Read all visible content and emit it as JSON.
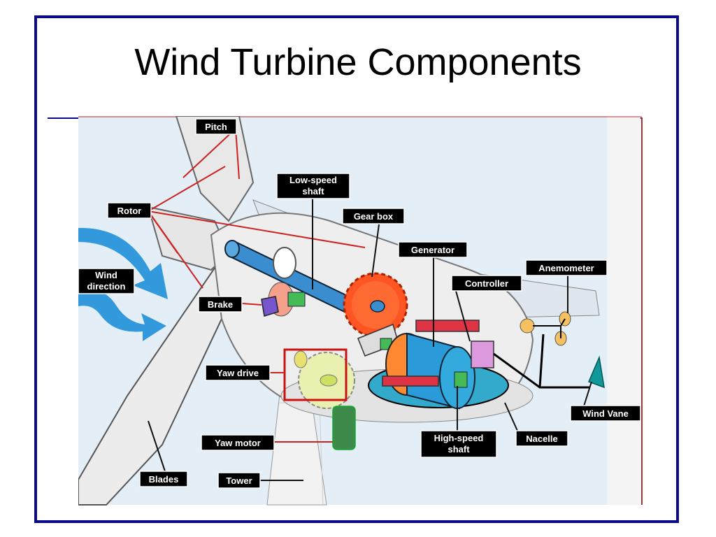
{
  "slide": {
    "title": "Wind Turbine Components"
  },
  "diagram": {
    "labels": {
      "pitch": "Pitch",
      "low_speed_shaft_1": "Low-speed",
      "low_speed_shaft_2": "shaft",
      "gear_box": "Gear box",
      "rotor": "Rotor",
      "generator": "Generator",
      "wind_direction_1": "Wind",
      "wind_direction_2": "direction",
      "controller": "Controller",
      "anemometer": "Anemometer",
      "brake": "Brake",
      "yaw_drive": "Yaw drive",
      "wind_vane": "Wind Vane",
      "yaw_motor": "Yaw motor",
      "high_speed_shaft_1": "High-speed",
      "high_speed_shaft_2": "shaft",
      "nacelle": "Nacelle",
      "blades": "Blades",
      "tower": "Tower"
    }
  }
}
